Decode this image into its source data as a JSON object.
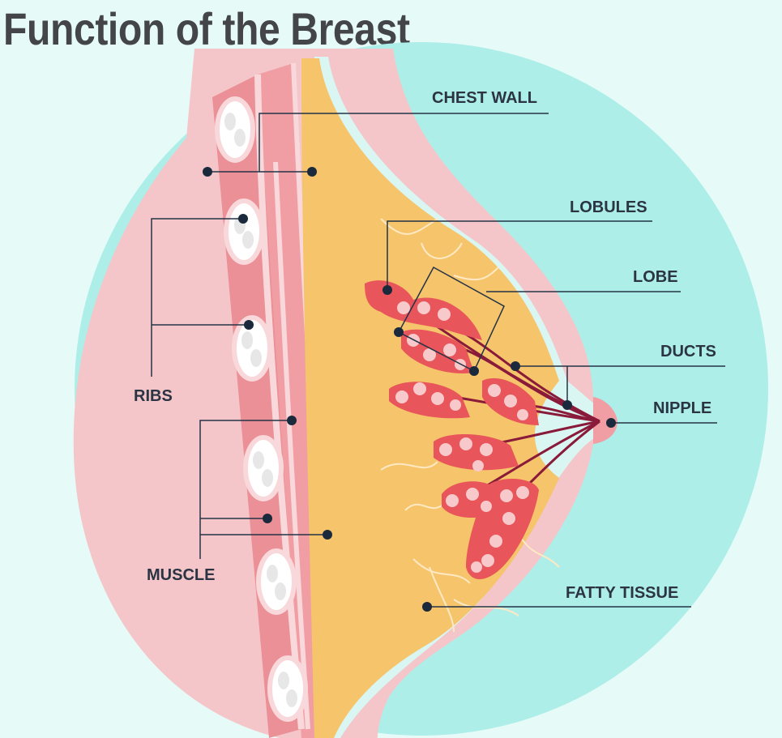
{
  "title": "Function of the Breast",
  "labels": {
    "chest_wall": "CHEST WALL",
    "lobules": "LOBULES",
    "lobe": "LOBE",
    "ducts": "DUCTS",
    "nipple": "NIPPLE",
    "ribs": "RIBS",
    "muscle": "MUSCLE",
    "fatty_tissue": "FATTY TISSUE"
  },
  "colors": {
    "background": "#e6fbf8",
    "turquoise": "#aeeee9",
    "skin_pink": "#f4c6c9",
    "muscle_pink": "#f09ea3",
    "fat_yellow": "#f6c46a",
    "lobule_red": "#e8555a",
    "duct_dark": "#8a1a3a",
    "leader_line": "#243346",
    "title": "#444548"
  }
}
